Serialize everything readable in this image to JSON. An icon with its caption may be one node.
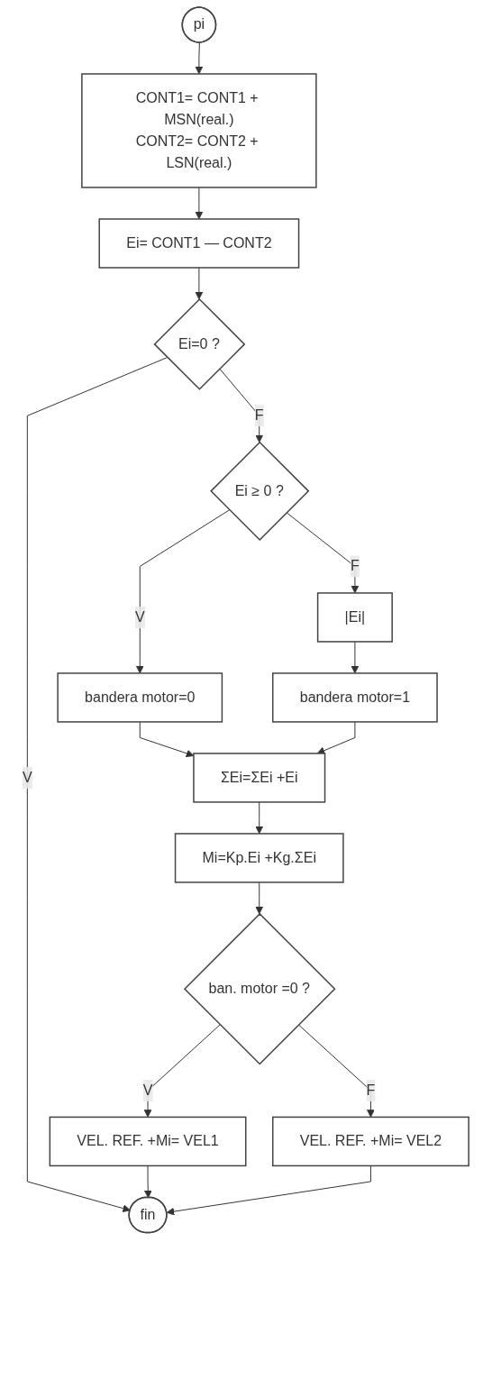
{
  "diagram": {
    "nodes": [
      {
        "text": [
          "pi"
        ]
      },
      {
        "text": [
          "CONT1= CONT1 + MSN(real.)",
          "CONT2= CONT2 + LSN(real.)"
        ]
      },
      {
        "text": [
          "Ei= CONT1 — CONT2"
        ]
      },
      {
        "text": [
          "Ei=0 ?"
        ]
      },
      {
        "text": [
          "Ei ≥ 0 ?"
        ]
      },
      {
        "text": [
          "bandera motor=0"
        ]
      },
      {
        "text": [
          "|Ei|"
        ]
      },
      {
        "text": [
          "bandera motor=1"
        ]
      },
      {
        "text": [
          "ΣEi=ΣEi +Ei"
        ]
      },
      {
        "text": [
          "Mi=Kp.Ei +Kg.ΣEi"
        ]
      },
      {
        "text": [
          "ban. motor =0 ?"
        ]
      },
      {
        "text": [
          "VEL. REF. +Mi= VEL1"
        ]
      },
      {
        "text": [
          "VEL. REF. +Mi= VEL2"
        ]
      },
      {
        "text": [
          "fin"
        ]
      }
    ],
    "edges": [
      {
        "from": 0,
        "to": 1,
        "arrow": "to"
      },
      {
        "from": 1,
        "to": 2,
        "arrow": "to"
      },
      {
        "from": 2,
        "to": 3,
        "arrow": "to"
      },
      {
        "from": 3,
        "to": 13,
        "arrow": "to",
        "label": "V"
      },
      {
        "from": 3,
        "to": 4,
        "arrow": "to",
        "label": "F"
      },
      {
        "from": 4,
        "to": 5,
        "arrow": "to",
        "label": "V"
      },
      {
        "from": 4,
        "to": 6,
        "arrow": "to",
        "label": "F"
      },
      {
        "from": 6,
        "to": 7,
        "arrow": "to"
      },
      {
        "from": 5,
        "to": 8,
        "arrow": "to"
      },
      {
        "from": 7,
        "to": 8,
        "arrow": "to"
      },
      {
        "from": 8,
        "to": 9,
        "arrow": "to"
      },
      {
        "from": 9,
        "to": 10,
        "arrow": "to"
      },
      {
        "from": 10,
        "to": 11,
        "arrow": "to",
        "label": "V"
      },
      {
        "from": 10,
        "to": 12,
        "arrow": "to",
        "label": "F"
      },
      {
        "from": 11,
        "to": 13,
        "arrow": "to"
      },
      {
        "from": 12,
        "to": 13,
        "arrow": "to"
      }
    ]
  }
}
